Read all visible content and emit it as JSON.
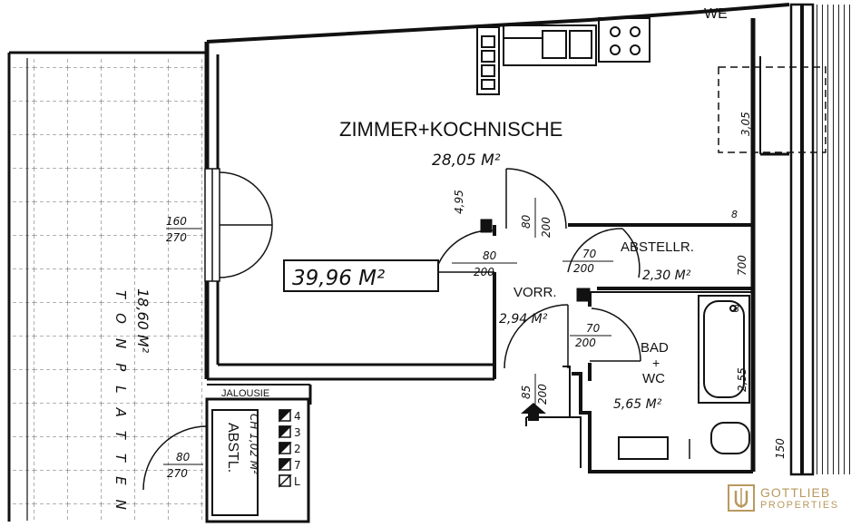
{
  "rooms": {
    "main": {
      "name": "ZIMMER+KOCHNISCHE",
      "area": "28,05 M²"
    },
    "total": {
      "area": "39,96 M²"
    },
    "storage": {
      "name": "ABSTELLR.",
      "area": "2,30 M²"
    },
    "hall": {
      "name": "VORR.",
      "area": "2,94 M²"
    },
    "bath": {
      "name_line1": "BAD",
      "name_line2": "+",
      "name_line3": "WC",
      "area": "5,65 M²"
    },
    "terrace": {
      "name": "TONPLATTEN",
      "area": "18,60 M²"
    },
    "storage_small": {
      "name": "ABSTL.",
      "area": "CH 1,02 M²"
    }
  },
  "labels": {
    "jalousie": "JALOUSIE",
    "balcony_door_top": "160",
    "balcony_door_bottom": "270",
    "door_entry_top": "80",
    "door_entry_bottom": "200",
    "door_hall_top": "80",
    "door_hall_bottom": "200",
    "door_storage_top": "70",
    "door_storage_bottom": "200",
    "door_bath_top": "70",
    "door_bath_bottom": "200",
    "door_main_v1": "80",
    "door_main_v2": "200",
    "door_front_v1": "85",
    "door_front_v2": "200",
    "door_small_top": "80",
    "door_small_bottom": "270",
    "dim_495": "4,95",
    "dim_305": "3,05",
    "dim_700": "700",
    "dim_255": "2,55",
    "dim_150": "150",
    "dim_8a": "8",
    "dim_8b": "8",
    "top_text": "WE",
    "meter_labels": [
      "4",
      "3",
      "2",
      "7",
      "L"
    ]
  },
  "logo": {
    "line1": "GOTTLIEB",
    "line2": "PROPERTIES",
    "color": "#b8995e"
  }
}
